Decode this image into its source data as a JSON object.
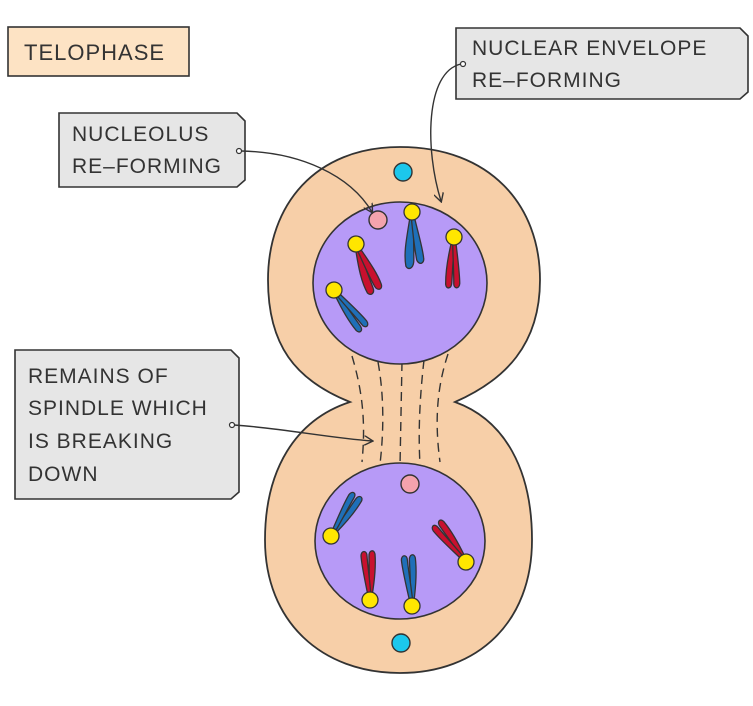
{
  "title": "TELOPHASE",
  "labels": {
    "nucleolus": [
      "NUCLEOLUS",
      "RE–FORMING"
    ],
    "nuclear_envelope": [
      "NUCLEAR  ENVELOPE",
      "RE–FORMING"
    ],
    "spindle": [
      "REMAINS  OF",
      "SPINDLE  WHICH",
      "IS  BREAKING",
      "DOWN"
    ]
  },
  "colors": {
    "title_box": "#fde3c4",
    "label_box": "#e6e6e6",
    "cytoplasm": "#f7cfa8",
    "nucleus": "#b79af7",
    "chromatid_red": "#c8102e",
    "chromatid_blue": "#1f6fb8",
    "centromere": "#ffe600",
    "nucleolus": "#f4a3ad",
    "centriole": "#1cc7ec"
  }
}
